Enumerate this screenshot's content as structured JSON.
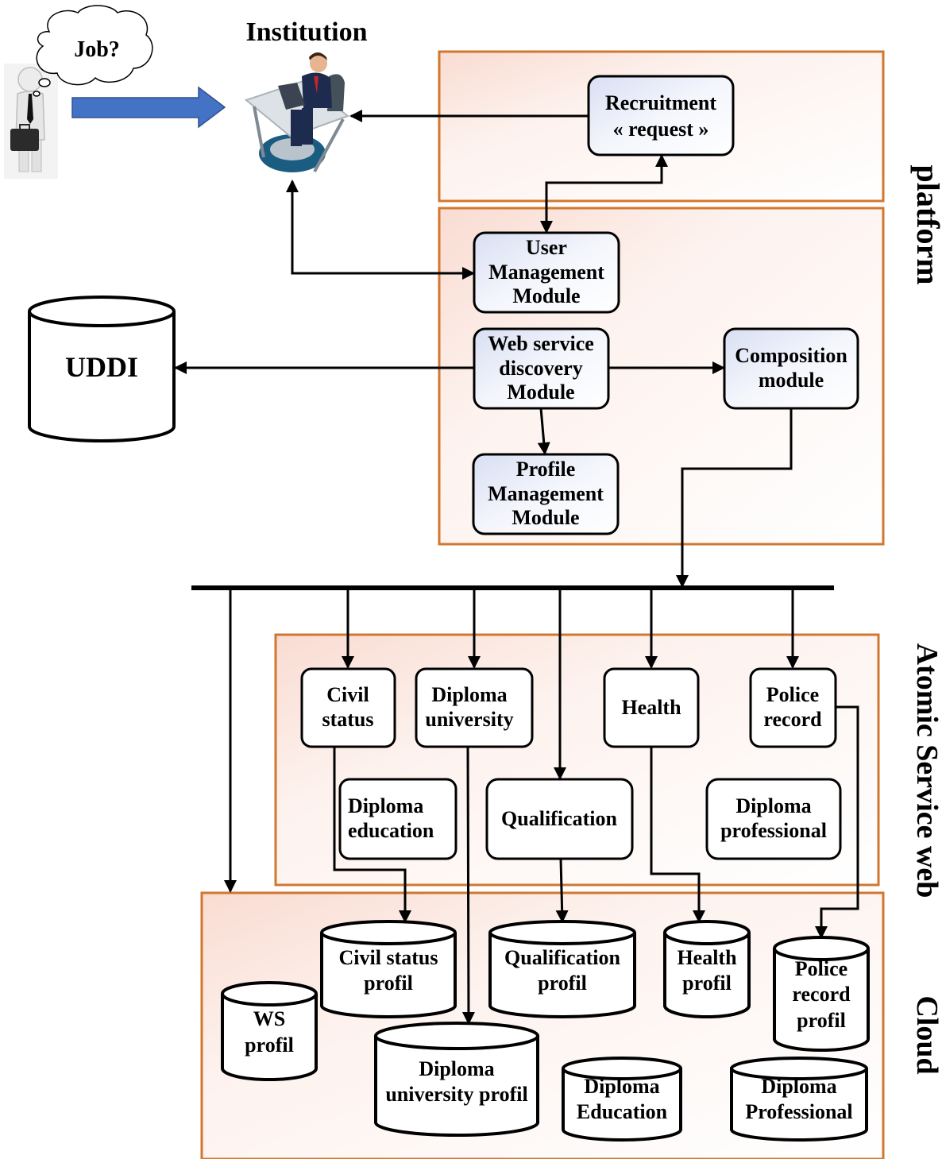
{
  "actor": {
    "thought": "Job?"
  },
  "institution": {
    "title": "Institution"
  },
  "regions": {
    "platform": "platform",
    "atomic": "Atomic Service web",
    "cloud": "Cloud"
  },
  "uddi": "UDDI",
  "modules": {
    "recruitment": [
      "Recruitment",
      "« request »"
    ],
    "user_management": [
      "User",
      "Management",
      "Module"
    ],
    "ws_discovery": [
      "Web service",
      "discovery",
      "Module"
    ],
    "composition": [
      "Composition",
      "module"
    ],
    "profile_management": [
      "Profile",
      "Management",
      "Module"
    ]
  },
  "services": {
    "civil_status": [
      "Civil",
      "status"
    ],
    "diploma_university": [
      "Diploma",
      "university"
    ],
    "health": [
      "Health"
    ],
    "police_record": [
      "Police",
      "record"
    ],
    "diploma_education": [
      "Diploma",
      "education"
    ],
    "qualification": [
      "Qualification"
    ],
    "diploma_professional": [
      "Diploma",
      "professional"
    ]
  },
  "databases": {
    "civil_status_profil": [
      "Civil status",
      "profil"
    ],
    "qualification_profil": [
      "Qualification",
      "profil"
    ],
    "health_profil": [
      "Health",
      "profil"
    ],
    "police_record_profil": [
      "Police",
      "record",
      "profil"
    ],
    "ws_profil": [
      "WS",
      "profil"
    ],
    "diploma_university_profil": [
      "Diploma",
      "university profil"
    ],
    "diploma_education": [
      "Diploma",
      "Education"
    ],
    "diploma_professional": [
      "Diploma",
      "Professional"
    ]
  }
}
